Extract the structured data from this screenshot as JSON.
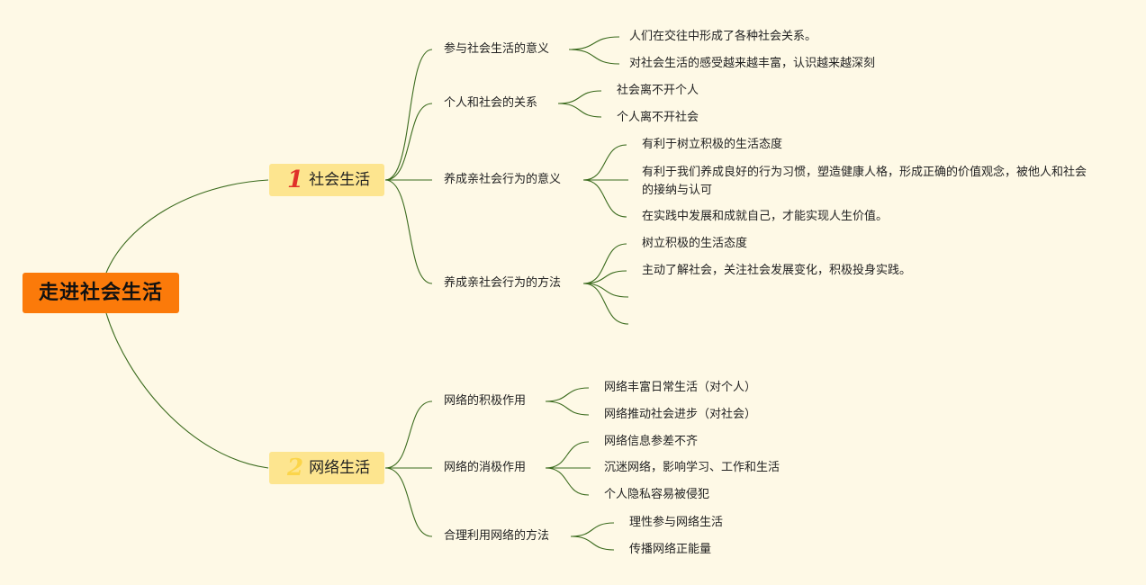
{
  "root": "走进社会生活",
  "branches": [
    {
      "number": "1",
      "label": "社会生活",
      "children": [
        {
          "label": "参与社会生活的意义",
          "items": [
            "人们在交往中形成了各种社会关系。",
            "对社会生活的感受越来越丰富，认识越来越深刻"
          ]
        },
        {
          "label": "个人和社会的关系",
          "items": [
            "社会离不开个人",
            "个人离不开社会"
          ]
        },
        {
          "label": "养成亲社会行为的意义",
          "items": [
            "有利于树立积极的生活态度",
            "有利于我们养成良好的行为习惯，塑造健康人格，形成正确的价值观念，被他人和社会的接纳与认可",
            "在实践中发展和成就自己，才能实现人生价值。"
          ]
        },
        {
          "label": "养成亲社会行为的方法",
          "items": [
            "树立积极的生活态度",
            "主动了解社会，关注社会发展变化，积极投身实践。",
            "",
            ""
          ]
        }
      ]
    },
    {
      "number": "2",
      "label": "网络生活",
      "children": [
        {
          "label": "网络的积极作用",
          "items": [
            "网络丰富日常生活（对个人）",
            "网络推动社会进步（对社会）"
          ]
        },
        {
          "label": "网络的消极作用",
          "items": [
            "网络信息参差不齐",
            "沉迷网络，影响学习、工作和生活",
            "个人隐私容易被侵犯"
          ]
        },
        {
          "label": "合理利用网络的方法",
          "items": [
            "理性参与网络生活",
            "传播网络正能量"
          ]
        }
      ]
    }
  ],
  "colors": {
    "background": "#fef9e6",
    "root": "#fb7a0a",
    "main": "#fde58f",
    "line": "#3b6b1e",
    "num1": "#e0312a",
    "num2": "#fbd54a"
  }
}
